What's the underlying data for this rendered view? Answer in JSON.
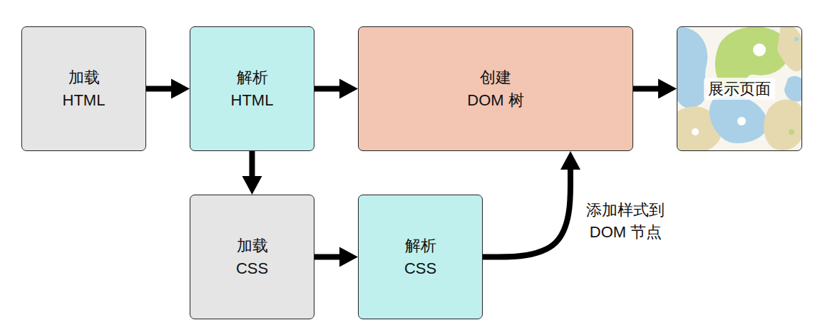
{
  "diagram": {
    "nodes": [
      {
        "text": [
          "加载 HTML"
        ]
      },
      {
        "text": [
          "解析 HTML"
        ]
      },
      {
        "text": [
          "创建 DOM 树"
        ]
      },
      {
        "text": [
          "展示页面"
        ]
      },
      {
        "text": [
          "加载 CSS"
        ]
      },
      {
        "text": [
          "解析 CSS"
        ]
      }
    ],
    "edges": [
      {
        "from": 0,
        "to": 1,
        "arrow": "to"
      },
      {
        "from": 1,
        "to": 2,
        "arrow": "to"
      },
      {
        "from": 2,
        "to": 3,
        "arrow": "to"
      },
      {
        "from": 1,
        "to": 4,
        "arrow": "to"
      },
      {
        "from": 4,
        "to": 5,
        "arrow": "to"
      },
      {
        "from": 5,
        "to": 2,
        "label": "添加样式到 DOM 节点",
        "arrow": "to"
      }
    ]
  }
}
